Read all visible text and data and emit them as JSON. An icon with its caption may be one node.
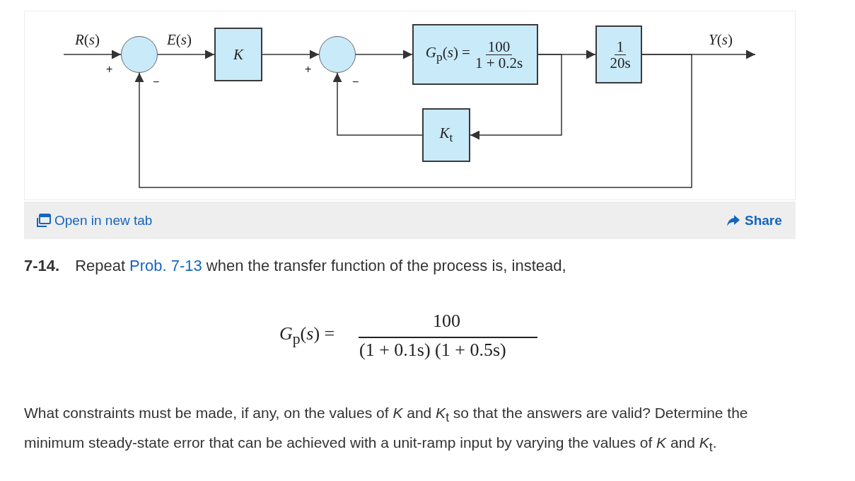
{
  "diagram": {
    "nodes": [
      {
        "text": [],
        "shape": "circle"
      },
      {
        "text": [
          "*K*"
        ]
      },
      {
        "text": [],
        "shape": "circle"
      },
      {
        "text": [
          "*G*$_{p}$(*s*) =",
          "100",
          "1 + 0.2s"
        ]
      },
      {
        "text": [
          "1",
          "20s"
        ]
      },
      {
        "text": [
          "*K*$_{t}$"
        ]
      }
    ],
    "edges": [
      {
        "from": null,
        "to": 0,
        "arrow": "to",
        "label": "*R*(*s*)"
      },
      {
        "from": 0,
        "to": 1,
        "arrow": "to",
        "label": "*E*(*s*)"
      },
      {
        "from": 1,
        "to": 2,
        "arrow": "to"
      },
      {
        "from": 2,
        "to": 3,
        "arrow": "to"
      },
      {
        "from": 3,
        "to": 4,
        "arrow": "to"
      },
      {
        "from": 3,
        "to": 5,
        "arrow": "to"
      },
      {
        "from": 5,
        "to": 2,
        "arrow": "to"
      },
      {
        "from": 4,
        "to": 0,
        "arrow": "to"
      },
      {
        "from": 4,
        "to": null,
        "arrow": "to",
        "label": "*Y*(*s*)"
      }
    ],
    "labels": [
      "+",
      "−",
      "+",
      "−",
      "Open in new tab",
      "Share",
      "7-14.",
      "Repeat",
      "Prob. 7-13",
      "when the transfer function of the process is, instead,",
      "*G*$_{p}$(*s*) =",
      "100",
      "(1 + 0.1s) (1 + 0.5s)",
      "What constraints must be made, if any, on the values of *K* and *K*$_{t}$ so that the answers are valid? Determine the minimum steady-state error that can be achieved with a unit-ramp input by varying the values of *K* and *K*$_{t}$."
    ]
  }
}
